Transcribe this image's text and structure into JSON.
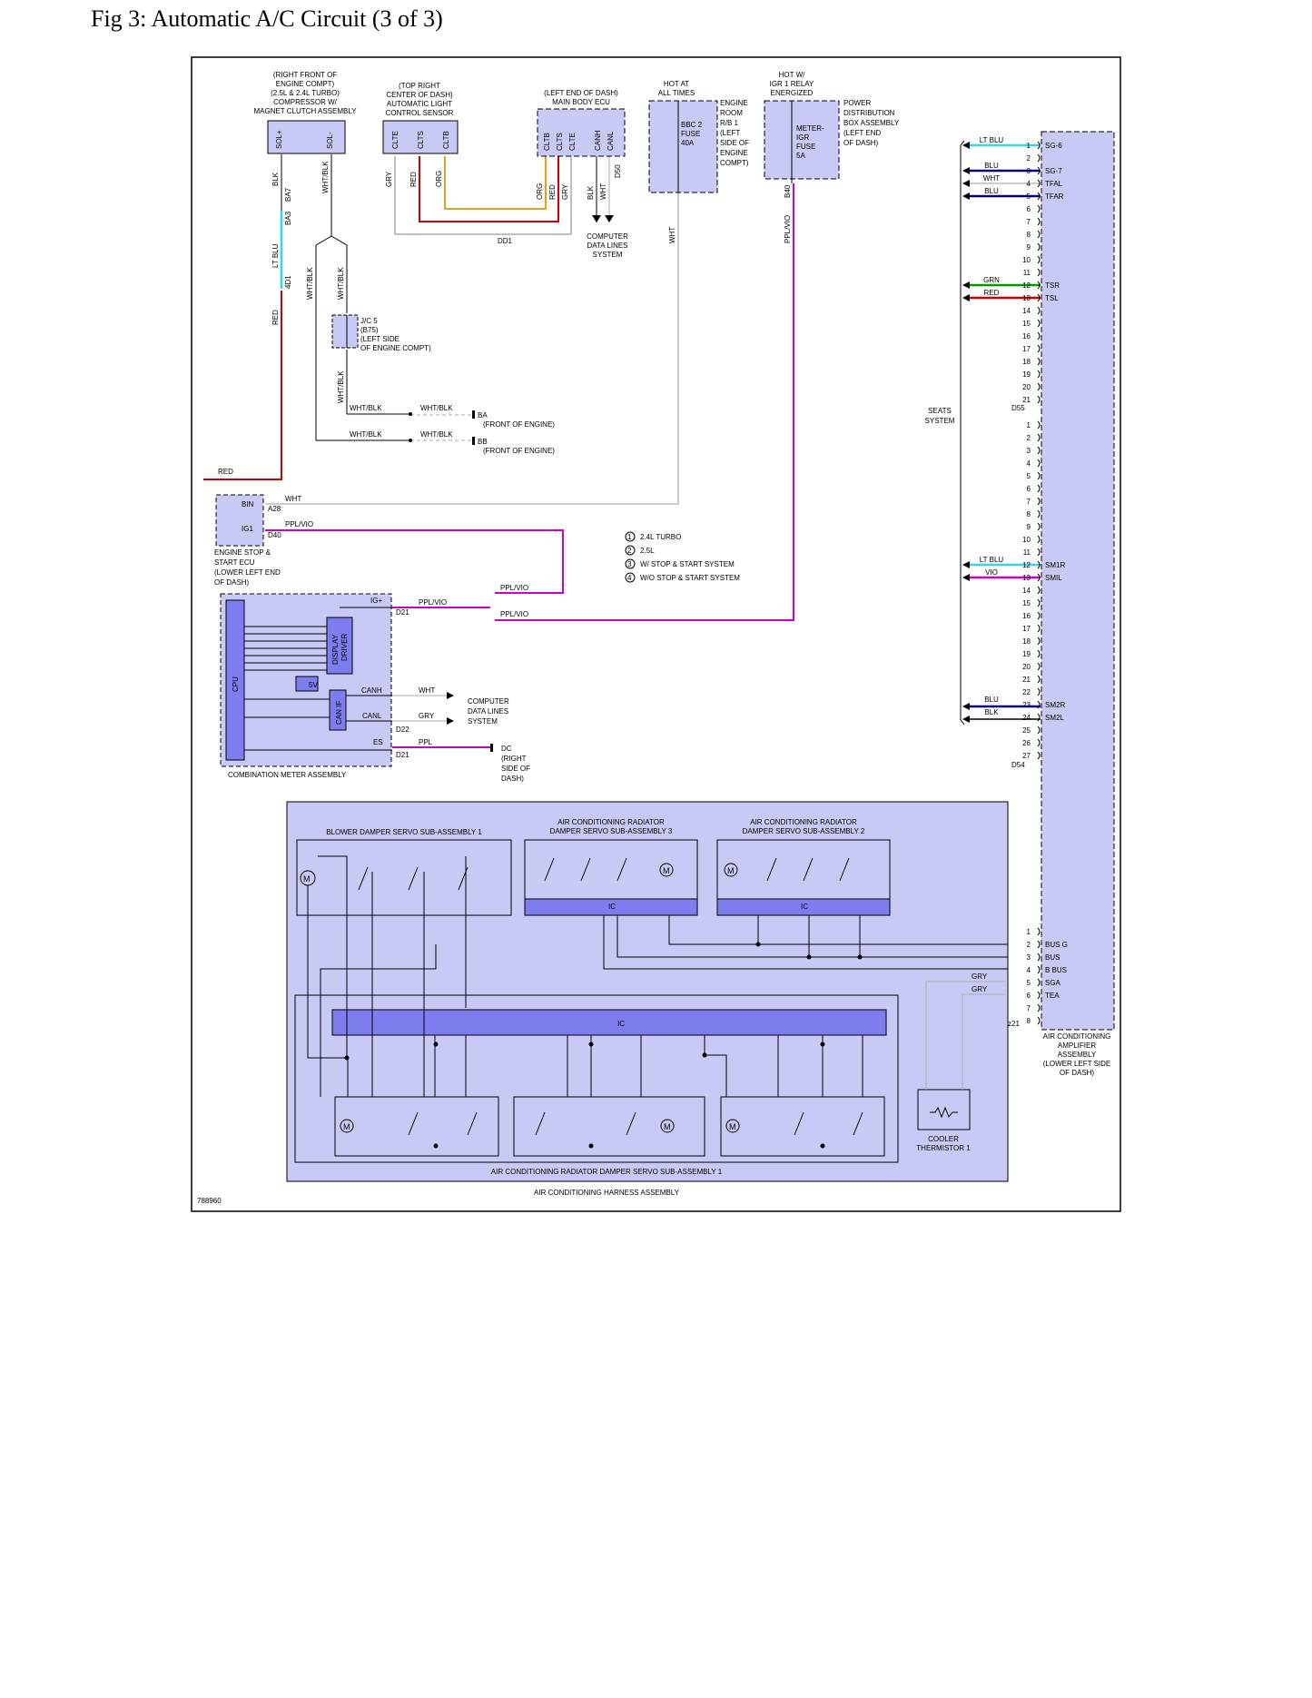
{
  "page_title": "Fig 3: Automatic A/C Circuit (3 of 3)",
  "figure_id": "788960",
  "colors": {
    "component_fill": "#c9c9f5",
    "inner_fill": "#7d7df0",
    "wire_red": "#cc0000",
    "wire_ltblu": "#33d6e6",
    "wire_pplvio": "#cc00cc",
    "wire_org": "#e0a020",
    "wire_gry": "#aaaaaa",
    "wire_blu": "#000080",
    "wire_grn": "#009900",
    "wire_blk": "#000000"
  },
  "components": {
    "compressor": {
      "l1": "(RIGHT FRONT OF",
      "l2": "ENGINE COMPT)",
      "l3": "(2.5L & 2.4L TURBO)",
      "l4": "COMPRESSOR W/",
      "l5": "MAGNET CLUTCH ASSEMBLY",
      "pin1": "SOL+",
      "pin2": "SOL-"
    },
    "light_sensor": {
      "l1": "(TOP RIGHT",
      "l2": "CENTER OF DASH)",
      "l3": "AUTOMATIC LIGHT",
      "l4": "CONTROL SENSOR",
      "pin1": "CLTE",
      "pin2": "CLTS",
      "pin3": "CLTB"
    },
    "body_ecu": {
      "l1": "(LEFT END OF DASH)",
      "l2": "MAIN BODY ECU",
      "pins": [
        "CLTB",
        "CLTS",
        "CLTE",
        "CANH",
        "CANL"
      ]
    },
    "fuse_bbc": {
      "l1": "HOT AT",
      "l2": "ALL TIMES",
      "name1": "BBC 2",
      "name2": "FUSE",
      "name3": "40A",
      "loc": [
        "ENGINE",
        "ROOM",
        "R/B 1",
        "(LEFT",
        "SIDE OF",
        "ENGINE",
        "COMPT)"
      ]
    },
    "fuse_meter": {
      "l1": "HOT W/",
      "l2": "IGR 1 RELAY",
      "l3": "ENERGIZED",
      "name1": "METER-",
      "name2": "IGR",
      "name3": "FUSE",
      "name4": "5A",
      "loc": [
        "POWER",
        "DISTRIBUTION",
        "BOX ASSEMBLY",
        "(LEFT END",
        "OF DASH)"
      ]
    },
    "engine_stop_ecu": {
      "pin1": "BIN",
      "pin2": "IG1",
      "l1": "ENGINE STOP &",
      "l2": "START ECU",
      "l3": "(LOWER LEFT END",
      "l4": "OF DASH)"
    },
    "jc5": {
      "l1": "J/C 5",
      "l2": "(B75)",
      "l3": "(LEFT SIDE",
      "l4": "OF ENGINE COMPT)"
    },
    "combination_meter": {
      "cpu": "CPU",
      "display": "DISPLAY",
      "driver": "DRIVER",
      "fivev": "5V",
      "canif": "CAN IF",
      "igp": "IG+",
      "canh": "CANH",
      "canl": "CANL",
      "es": "ES",
      "label": "COMBINATION METER ASSEMBLY"
    },
    "comp_data_1": {
      "l1": "COMPUTER",
      "l2": "DATA LINES",
      "l3": "SYSTEM"
    },
    "comp_data_2": {
      "l1": "COMPUTER",
      "l2": "DATA LINES",
      "l3": "SYSTEM"
    },
    "seats": {
      "l1": "SEATS",
      "l2": "SYSTEM"
    },
    "ac_amp": {
      "l1": "AIR CONDITIONING",
      "l2": "AMPLIFIER",
      "l3": "ASSEMBLY",
      "l4": "(LOWER LEFT SIDE",
      "l5": "OF DASH)"
    },
    "harness": {
      "label": "AIR CONDITIONING HARNESS ASSEMBLY",
      "blower": "BLOWER DAMPER SERVO SUB-ASSEMBLY 1",
      "rad3_l1": "AIR CONDITIONING RADIATOR",
      "rad3_l2": "DAMPER SERVO SUB-ASSEMBLY 3",
      "rad2_l1": "AIR CONDITIONING RADIATOR",
      "rad2_l2": "DAMPER SERVO SUB-ASSEMBLY 2",
      "rad1": "AIR CONDITIONING RADIATOR DAMPER SERVO SUB-ASSEMBLY 1",
      "ic": "IC",
      "motor": "M",
      "thermistor_l1": "COOLER",
      "thermistor_l2": "THERMISTOR 1"
    }
  },
  "legend": [
    {
      "n": "1",
      "text": "2.4L TURBO"
    },
    {
      "n": "2",
      "text": "2.5L"
    },
    {
      "n": "3",
      "text": "W/ STOP & START SYSTEM"
    },
    {
      "n": "4",
      "text": "W/O STOP & START SYSTEM"
    }
  ],
  "grounds": {
    "ba": {
      "name": "BA",
      "loc": "(FRONT OF ENGINE)"
    },
    "bb": {
      "name": "BB",
      "loc": "(FRONT OF ENGINE)"
    },
    "dc": {
      "name": "DC",
      "l1": "(RIGHT",
      "l2": "SIDE OF",
      "l3": "DASH)"
    }
  },
  "connectors": {
    "a28": "A28",
    "d40": "D40",
    "d21a": "D21",
    "d22": "D22",
    "d21b": "D21",
    "dd1": "DD1",
    "d50": "D50",
    "d55": "D55",
    "d54": "D54",
    "z21": "z21",
    "b40": "B40",
    "ba7": "BA7",
    "ba3": "BA3",
    "d41": "4D1"
  },
  "wire_labels": {
    "red": "RED",
    "ltblu": "LT BLU",
    "blk": "BLK",
    "whtblk": "WHT/BLK",
    "gry": "GRY",
    "org": "ORG",
    "wht": "WHT",
    "pplvio": "PPL/VIO",
    "ppl": "PPL",
    "blu": "BLU",
    "grn": "GRN",
    "vio": "VIO"
  },
  "amp_upper_pins": [
    {
      "n": "1",
      "pin": "SG-6",
      "wire": "LT BLU"
    },
    {
      "n": "2",
      "pin": "",
      "wire": ""
    },
    {
      "n": "3",
      "pin": "SG-7",
      "wire": "BLU"
    },
    {
      "n": "4",
      "pin": "TFAL",
      "wire": "WHT"
    },
    {
      "n": "5",
      "pin": "TFAR",
      "wire": "BLU"
    },
    {
      "n": "6",
      "pin": "",
      "wire": ""
    },
    {
      "n": "7",
      "pin": "",
      "wire": ""
    },
    {
      "n": "8",
      "pin": "",
      "wire": ""
    },
    {
      "n": "9",
      "pin": "",
      "wire": ""
    },
    {
      "n": "10",
      "pin": "",
      "wire": ""
    },
    {
      "n": "11",
      "pin": "",
      "wire": ""
    },
    {
      "n": "12",
      "pin": "TSR",
      "wire": "GRN"
    },
    {
      "n": "13",
      "pin": "TSL",
      "wire": "RED"
    },
    {
      "n": "14",
      "pin": "",
      "wire": ""
    },
    {
      "n": "15",
      "pin": "",
      "wire": ""
    },
    {
      "n": "16",
      "pin": "",
      "wire": ""
    },
    {
      "n": "17",
      "pin": "",
      "wire": ""
    },
    {
      "n": "18",
      "pin": "",
      "wire": ""
    },
    {
      "n": "19",
      "pin": "",
      "wire": ""
    },
    {
      "n": "20",
      "pin": "",
      "wire": ""
    },
    {
      "n": "21",
      "pin": "",
      "wire": ""
    }
  ],
  "amp_lower_pins": [
    {
      "n": "1",
      "pin": "",
      "wire": ""
    },
    {
      "n": "2",
      "pin": "",
      "wire": ""
    },
    {
      "n": "3",
      "pin": "",
      "wire": ""
    },
    {
      "n": "4",
      "pin": "",
      "wire": ""
    },
    {
      "n": "5",
      "pin": "",
      "wire": ""
    },
    {
      "n": "6",
      "pin": "",
      "wire": ""
    },
    {
      "n": "7",
      "pin": "",
      "wire": ""
    },
    {
      "n": "8",
      "pin": "",
      "wire": ""
    },
    {
      "n": "9",
      "pin": "",
      "wire": ""
    },
    {
      "n": "10",
      "pin": "",
      "wire": ""
    },
    {
      "n": "11",
      "pin": "",
      "wire": ""
    },
    {
      "n": "12",
      "pin": "SM1R",
      "wire": "LT BLU"
    },
    {
      "n": "13",
      "pin": "SMIL",
      "wire": "VIO"
    },
    {
      "n": "14",
      "pin": "",
      "wire": ""
    },
    {
      "n": "15",
      "pin": "",
      "wire": ""
    },
    {
      "n": "16",
      "pin": "",
      "wire": ""
    },
    {
      "n": "17",
      "pin": "",
      "wire": ""
    },
    {
      "n": "18",
      "pin": "",
      "wire": ""
    },
    {
      "n": "19",
      "pin": "",
      "wire": ""
    },
    {
      "n": "20",
      "pin": "",
      "wire": ""
    },
    {
      "n": "21",
      "pin": "",
      "wire": ""
    },
    {
      "n": "22",
      "pin": "",
      "wire": ""
    },
    {
      "n": "23",
      "pin": "SM2R",
      "wire": "BLU"
    },
    {
      "n": "24",
      "pin": "SM2L",
      "wire": "BLK"
    },
    {
      "n": "25",
      "pin": "",
      "wire": ""
    },
    {
      "n": "26",
      "pin": "",
      "wire": ""
    },
    {
      "n": "27",
      "pin": "",
      "wire": ""
    }
  ],
  "amp_z21_pins": [
    {
      "n": "1",
      "pin": ""
    },
    {
      "n": "2",
      "pin": "BUS G"
    },
    {
      "n": "3",
      "pin": "BUS"
    },
    {
      "n": "4",
      "pin": "B BUS"
    },
    {
      "n": "5",
      "pin": "SGA"
    },
    {
      "n": "6",
      "pin": "TEA"
    },
    {
      "n": "7",
      "pin": ""
    },
    {
      "n": "8",
      "pin": ""
    }
  ]
}
